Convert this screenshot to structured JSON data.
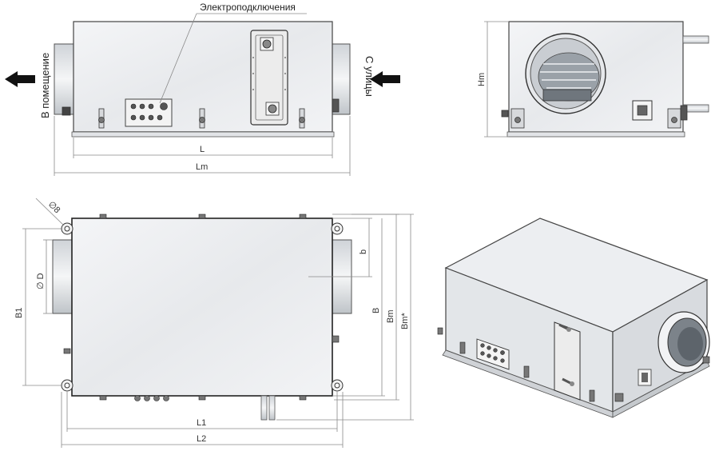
{
  "callout": {
    "electrical": "Электроподключения"
  },
  "directions": {
    "to_room": "В помещение",
    "from_street": "С улицы"
  },
  "dimensions": {
    "L": "L",
    "Lm": "Lm",
    "Hm": "Hm",
    "B1": "B1",
    "B": "B",
    "Bm": "Bm",
    "Bm_star": "Bm*",
    "b": "b",
    "D": "∅ D",
    "hole": "∅8",
    "L1": "L1",
    "L2": "L2"
  },
  "colors": {
    "body": "#eef0f2",
    "outline": "#444444",
    "arrow": "#111111",
    "dim_line": "#8a8a8a"
  }
}
